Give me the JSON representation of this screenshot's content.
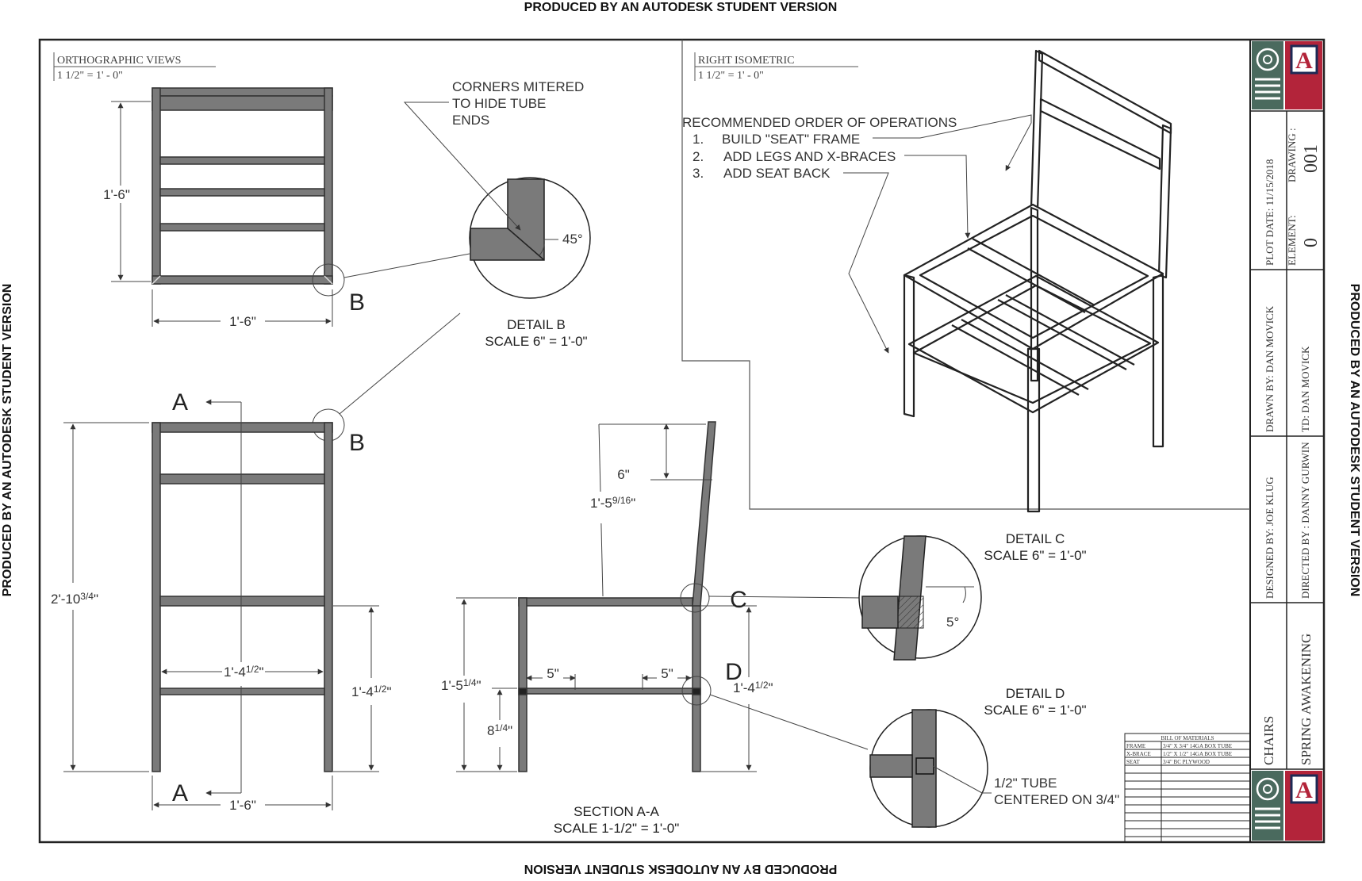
{
  "watermark": "PRODUCED BY AN AUTODESK STUDENT VERSION",
  "views": {
    "ortho_title": "ORTHOGRAPHIC VIEWS",
    "ortho_scale": "1 1/2\" = 1' - 0\"",
    "iso_title": "RIGHT ISOMETRIC",
    "iso_scale": "1 1/2\" = 1' - 0\""
  },
  "notes": {
    "corners_l1": "CORNERS MITERED",
    "corners_l2": "TO HIDE TUBE",
    "corners_l3": "ENDS",
    "order_title": "RECOMMENDED ORDER OF OPERATIONS",
    "steps": [
      {
        "num": "1.",
        "text": "BUILD \"SEAT\" FRAME"
      },
      {
        "num": "2.",
        "text": "ADD LEGS AND X-BRACES"
      },
      {
        "num": "3.",
        "text": "ADD SEAT BACK"
      }
    ],
    "tube_l1": "1/2\" TUBE",
    "tube_l2": "CENTERED ON 3/4\""
  },
  "details": {
    "b_title": "DETAIL B",
    "b_scale": "SCALE 6\" = 1'-0\"",
    "b_angle": "45°",
    "c_title": "DETAIL C",
    "c_scale": "SCALE 6\" = 1'-0\"",
    "c_angle": "5°",
    "d_title": "DETAIL D",
    "d_scale": "SCALE 6\" = 1'-0\"",
    "section_title": "SECTION A-A",
    "section_scale": "SCALE 1-1/2\" = 1'-0\""
  },
  "markers": {
    "a": "A",
    "b": "B",
    "c": "C",
    "d": "D"
  },
  "dimensions": {
    "top_height": "1'-6\"",
    "top_width": "1'-6\"",
    "front_height": "2'-10",
    "front_height_frac": "3/4",
    "front_inner_width": "1'-4",
    "front_inner_width_frac": "1/2",
    "front_seat_height": "1'-4",
    "front_seat_height_frac": "1/2",
    "front_width": "1'-6\"",
    "back_length": "1'-5",
    "back_length_frac": "9/16",
    "back_top": "6\"",
    "sect_height": "1'-5",
    "sect_height_frac": "1/4",
    "sect_brace": "8",
    "sect_brace_frac": "1/4",
    "sect_seat_height": "1'-4",
    "sect_seat_height_frac": "1/2",
    "offset_left": "5\"",
    "offset_right": "5\""
  },
  "title_block": {
    "plot_date": "PLOT DATE: 11/15/2018",
    "drawing_label": "DRAWING :",
    "drawing_number": "001",
    "element_label": "ELEMENT:",
    "element_number": "0",
    "drawn_by": "DRAWN BY: DAN MOVICK",
    "td": "TD: DAN MOVICK",
    "designed_by": "DESIGNED BY: JOE KLUG",
    "directed_by": "DIRECTED BY : DANNY GURWIN",
    "category": "CHAIRS",
    "show": "SPRING AWAKENING",
    "logo_letter": "A"
  },
  "bom": {
    "title": "BILL OF MATERIALS",
    "rows": [
      [
        "FRAME",
        "3/4\" X 3/4\" 14GA BOX TUBE"
      ],
      [
        "X-BRACE",
        "1/2\" X 1/2\" 14GA BOX TUBE"
      ],
      [
        "SEAT",
        "3/4\" BC PLYWOOD"
      ]
    ]
  },
  "colors": {
    "frame_fill": "#7a7a7a",
    "line": "#333333",
    "logo_red": "#b3243a",
    "logo_navy": "#1d2a55"
  }
}
